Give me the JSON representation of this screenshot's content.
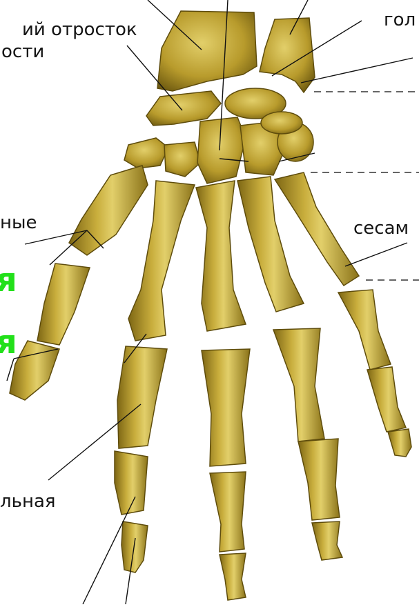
{
  "labels": {
    "styloid_process_line1": "ий отросток",
    "styloid_process_line2": "ости",
    "head": "гол",
    "sesamoid": "сесам",
    "phalanges_partial": "ные",
    "phalanx_partial": "льная",
    "green_letter_1": "я",
    "green_letter_2": "я"
  },
  "colors": {
    "bone": "#b89b2c",
    "bone_shadow": "#7d6614",
    "bone_highlight": "#e2cf6a",
    "leader_line": "#111111",
    "dashed_line": "#333333",
    "green_text": "#22e01a"
  }
}
